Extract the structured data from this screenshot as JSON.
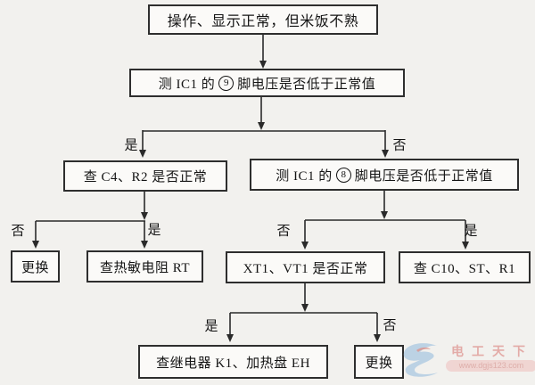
{
  "flowchart": {
    "nodes": {
      "start": "操作、显示正常，但米饭不熟",
      "test_pin9_prefix": "测 IC1 的",
      "test_pin9_pin": "9",
      "test_pin9_suffix": "脚电压是否低于正常值",
      "check_c4_r2": "查 C4、R2 是否正常",
      "test_pin8_prefix": "测 IC1 的",
      "test_pin8_pin": "8",
      "test_pin8_suffix": "脚电压是否低于正常值",
      "replace_left": "更换",
      "check_rt": "查热敏电阻 RT",
      "check_xt1_vt1": "XT1、VT1 是否正常",
      "check_c10_st_r1": "查 C10、ST、R1",
      "check_k1_eh": "查继电器 K1、加热盘 EH",
      "replace_right": "更换"
    },
    "edge_labels": {
      "yes": "是",
      "no": "否"
    }
  },
  "watermark": {
    "brand": "电工天下",
    "url": "www.dgjs123.com"
  },
  "colors": {
    "background": "#f2f1ee",
    "box_border": "#2e2e2e",
    "line": "#2a2a2a",
    "watermark_red": "#e09a96",
    "watermark_blue": "#a3c3e0"
  }
}
